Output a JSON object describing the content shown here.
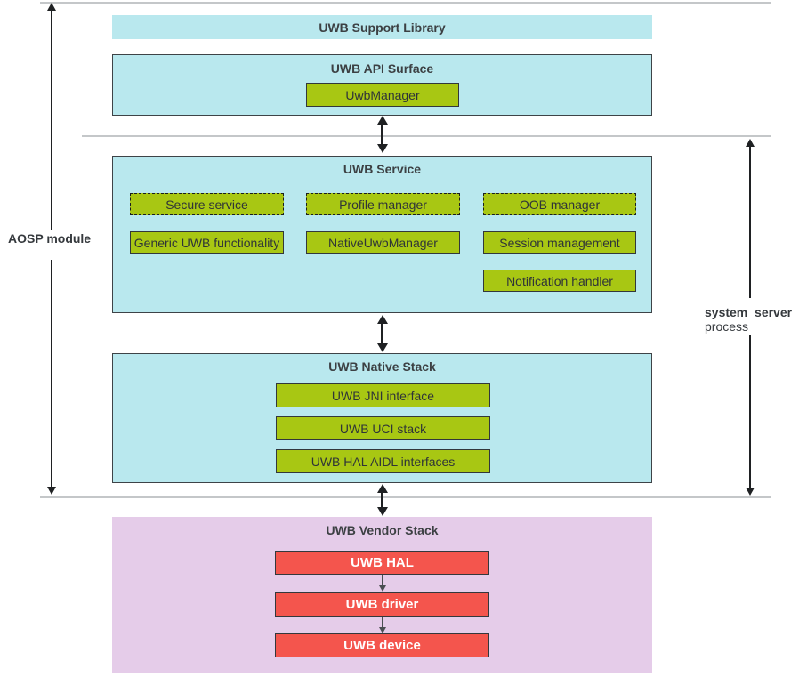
{
  "labels": {
    "aosp_module": "AOSP module",
    "system_server": "system_server",
    "process": "process"
  },
  "support_library": {
    "title": "UWB Support Library"
  },
  "api_surface": {
    "title": "UWB API Surface",
    "manager": "UwbManager"
  },
  "uwb_service": {
    "title": "UWB Service",
    "dashed_items": [
      "Secure service",
      "Profile manager",
      "OOB manager"
    ],
    "solid_items": [
      "Generic UWB functionality",
      "NativeUwbManager",
      "Session management",
      "Notification handler"
    ]
  },
  "native_stack": {
    "title": "UWB Native Stack",
    "items": [
      "UWB JNI interface",
      "UWB UCI stack",
      "UWB HAL AIDL interfaces"
    ]
  },
  "vendor_stack": {
    "title": "UWB Vendor Stack",
    "items": [
      "UWB HAL",
      "UWB driver",
      "UWB device"
    ]
  },
  "colors": {
    "cyan": "#b9e8ee",
    "green": "#a8c713",
    "red": "#f4554d",
    "purple": "#e5cce9",
    "line": "#c4c7c9",
    "border": "#3e4347",
    "arrow": "#1f2123",
    "text": "#3c4043"
  }
}
